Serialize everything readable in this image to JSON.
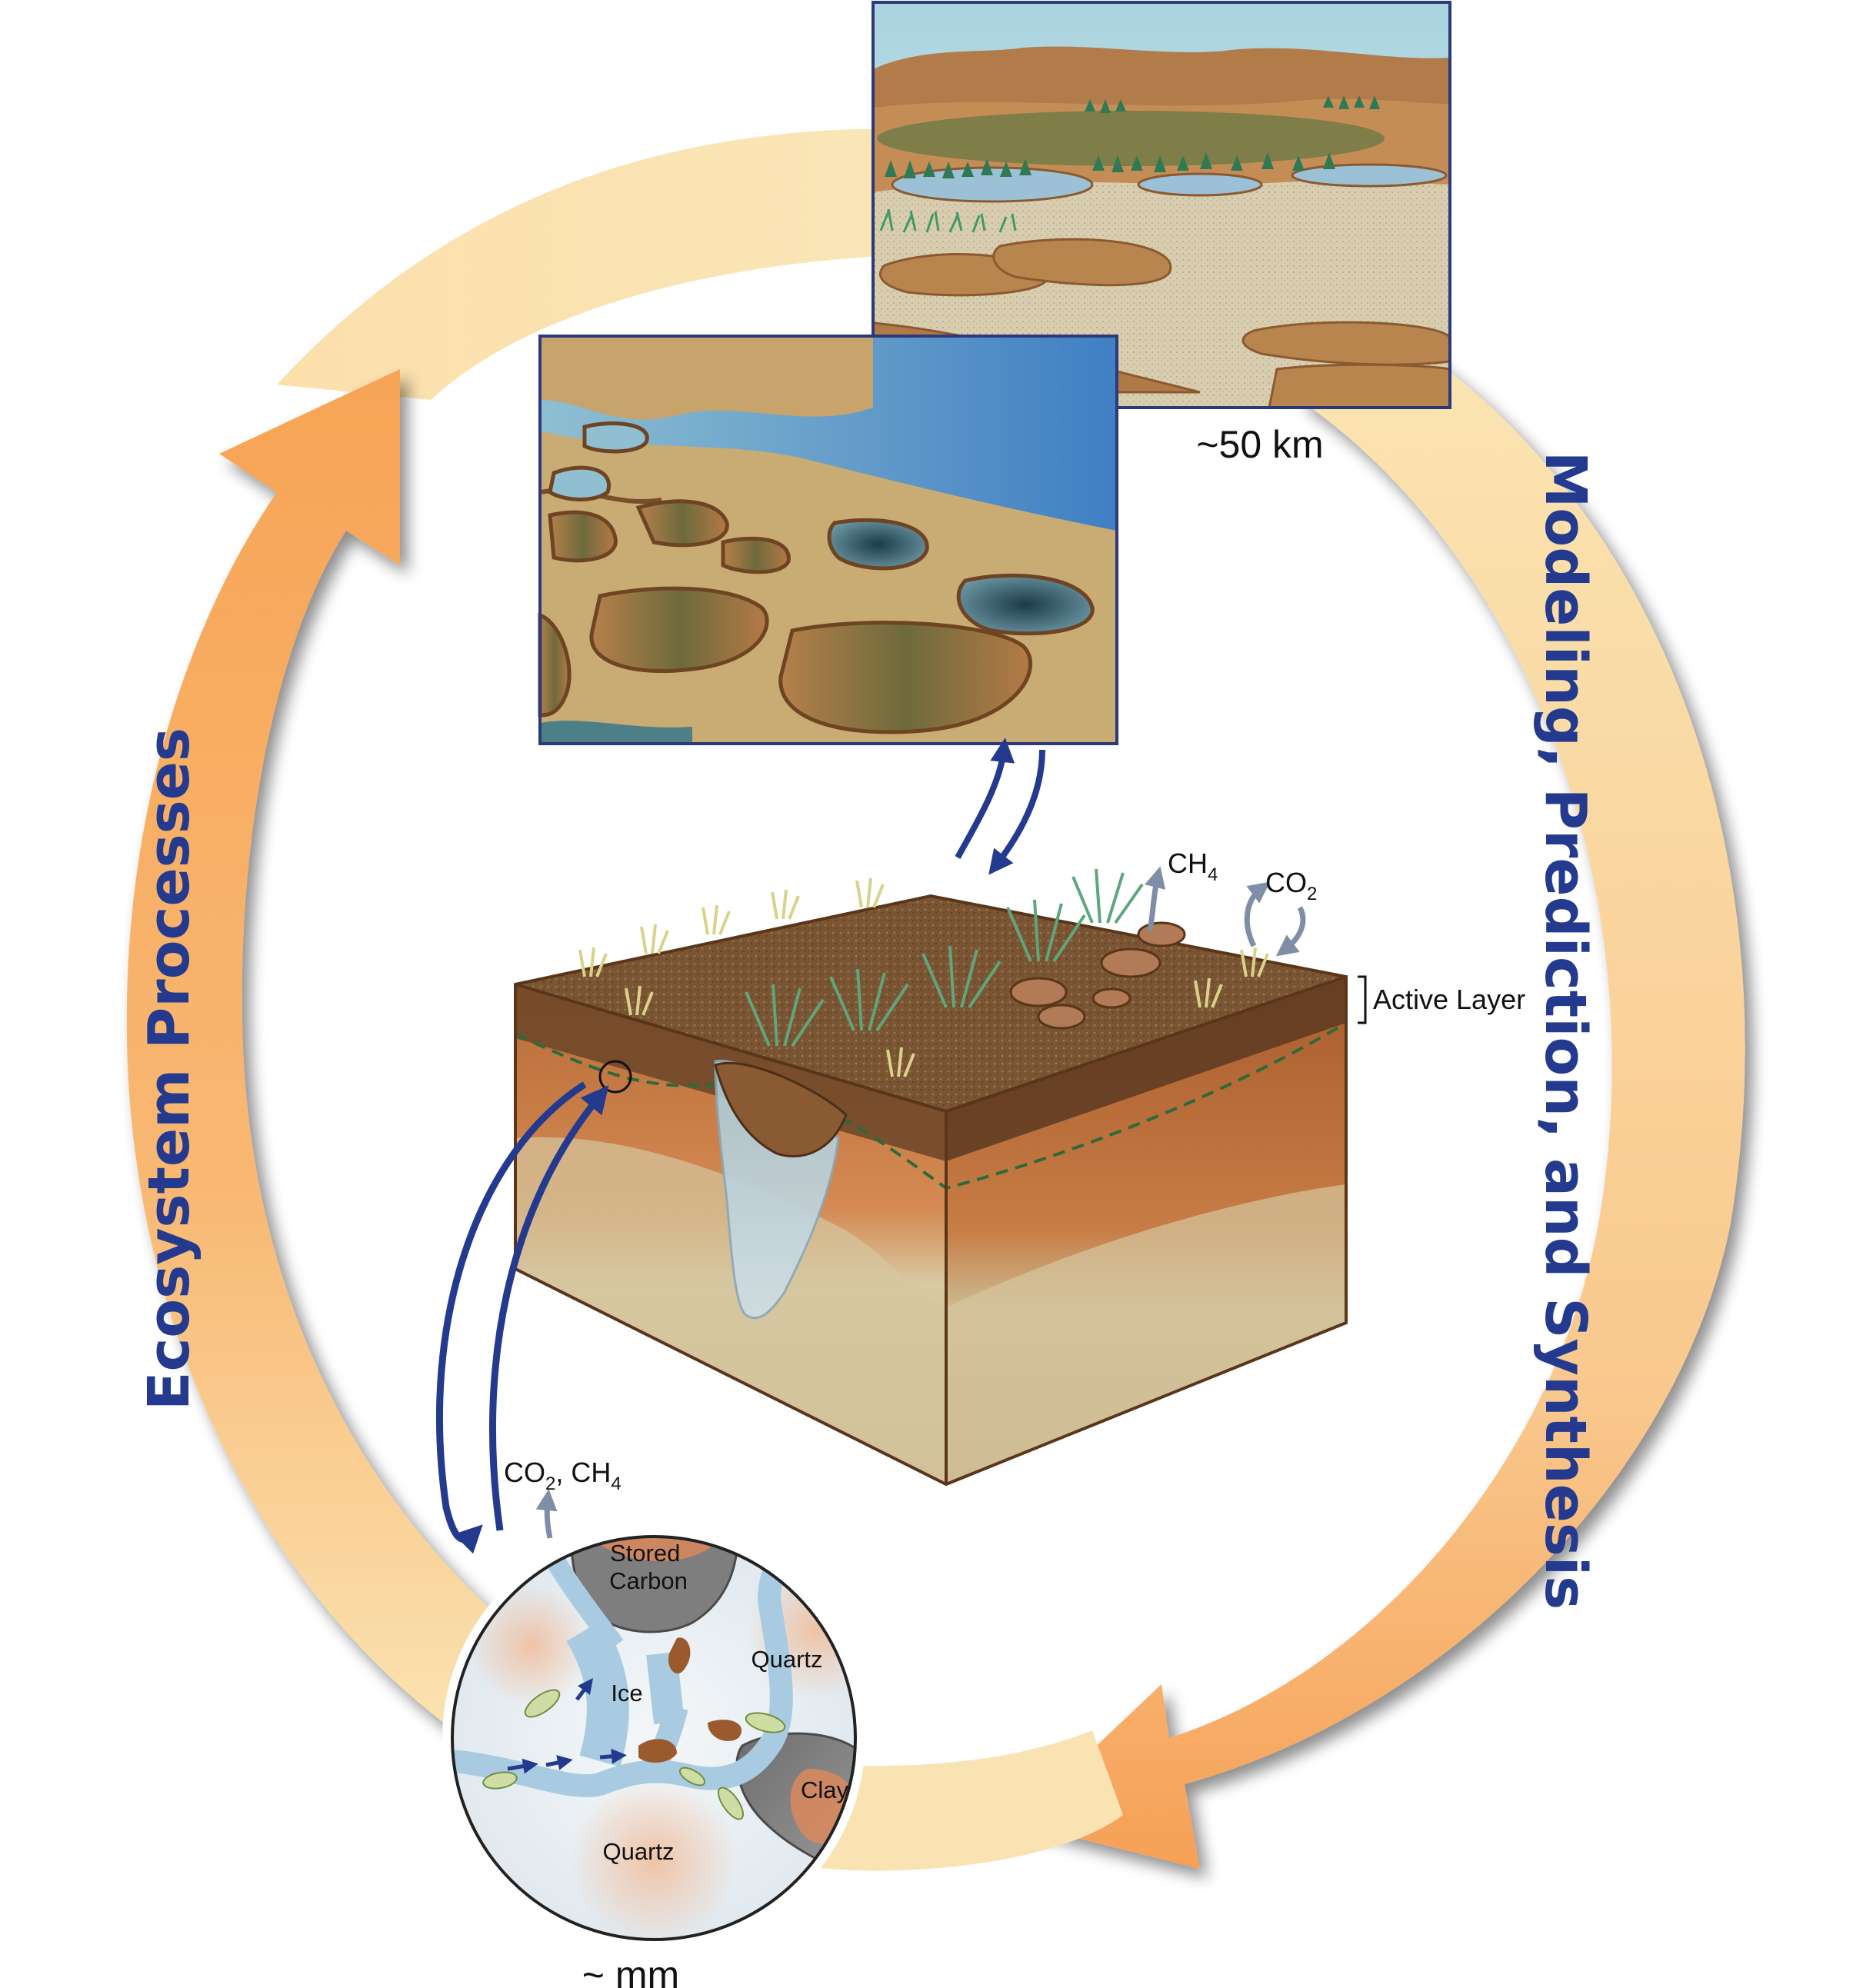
{
  "cycle": {
    "left_label": "Ecosystem Processes",
    "right_label": "Modeling, Prediction, and Synthesis"
  },
  "landscape": {
    "scale_label": "~50 km"
  },
  "soil_block": {
    "ch4_label": "CH",
    "ch4_sub": "4",
    "co2_label": "CO",
    "co2_sub": "2",
    "active_layer_label": "Active Layer"
  },
  "pore": {
    "gas_label_a": "CO",
    "gas_sub_a": "2",
    "gas_label_b": ", CH",
    "gas_sub_b": "4",
    "stored_carbon_1": "Stored",
    "stored_carbon_2": "Carbon",
    "quartz_top": "Quartz",
    "ice": "Ice",
    "clay": "Clay",
    "quartz_bottom": "Quartz",
    "scale_label": "~ mm"
  },
  "colors": {
    "arrow_orange": "#f6a35a",
    "arrow_cream": "#f9dfa6",
    "label_blue": "#233a8f",
    "frame_navy": "#2c3a7a"
  }
}
